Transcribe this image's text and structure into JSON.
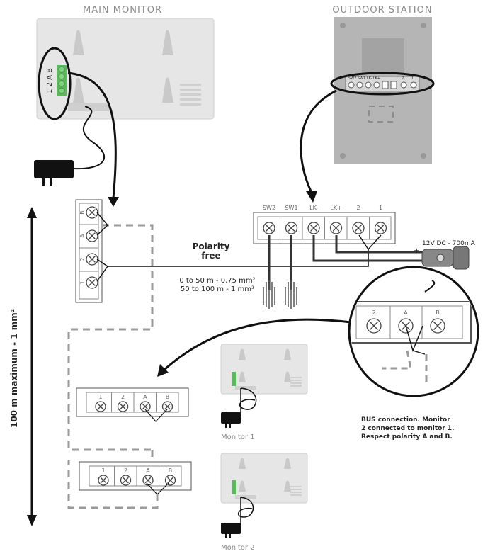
{
  "labels": {
    "main_monitor": "MAIN MONITOR",
    "outdoor_station": "OUTDOOR STATION",
    "polarity_line1": "Polarity",
    "polarity_line2": "free",
    "cable_line1": "0 to 50 m - 0,75 mm²",
    "cable_line2": "50 to 100 m - 1 mm²",
    "power_supply": "12V DC - 700mA",
    "plus": "+",
    "minus": "-",
    "max_distance": "100 m maximum - 1 mm²",
    "bus_note_line1": "BUS connection. Monitor",
    "bus_note_line2": "2 connected to monitor 1.",
    "bus_note_line3": "Respect polarity A and B.",
    "monitor1": "Monitor 1",
    "monitor2": "Monitor 2"
  },
  "monitor_terminals": [
    "B",
    "A",
    "2",
    "1"
  ],
  "main_monitor_block": [
    "1",
    "2",
    "A",
    "B"
  ],
  "outdoor_terminals": [
    "SW2",
    "SW1",
    "LK-",
    "LK+",
    "2",
    "1"
  ],
  "zoom_terminals": [
    "2",
    "A",
    "B"
  ],
  "monitor1_terminals": [
    "1",
    "2",
    "A",
    "B"
  ],
  "monitor2_terminals": [
    "1",
    "2",
    "A",
    "B"
  ],
  "mini_block_label": "1 2 A B",
  "colors": {
    "panel": "#e6e6e6",
    "panel_dark": "#b5b5b5",
    "terminal_green": "#5cb85c",
    "wire": "#1a1a1a",
    "dashed": "#9a9a9a"
  }
}
